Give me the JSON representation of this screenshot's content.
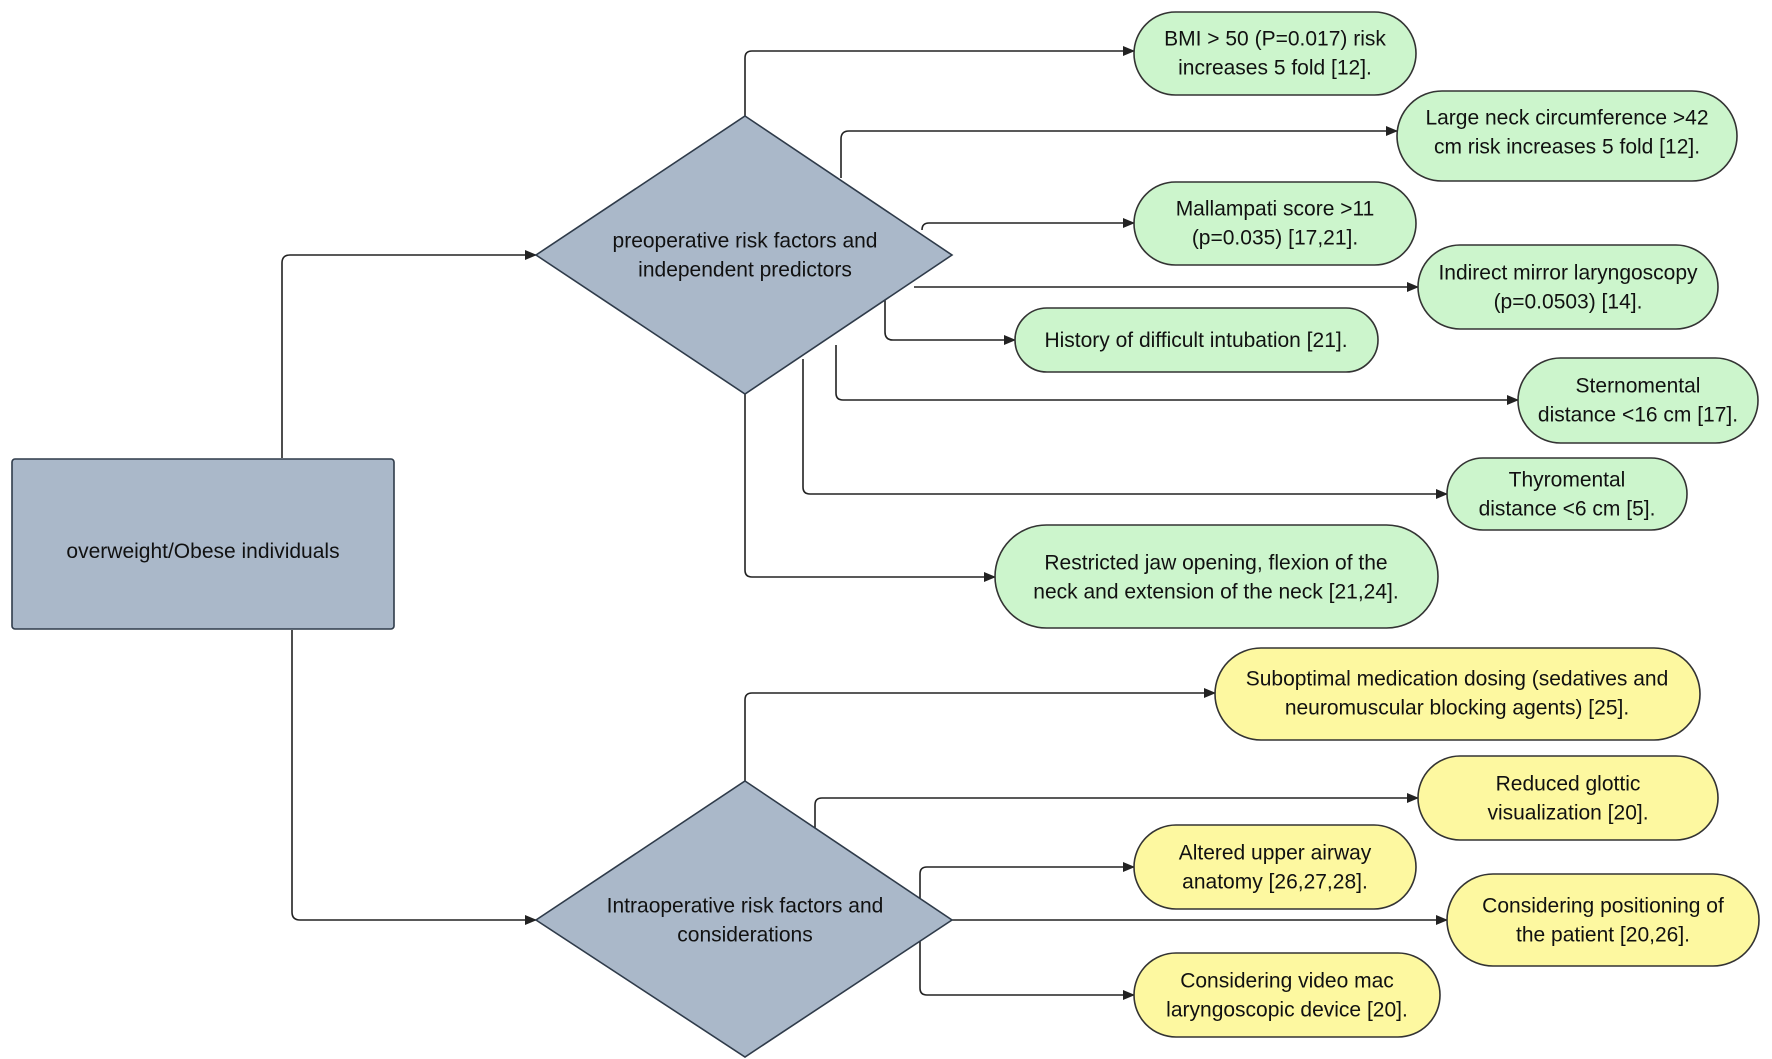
{
  "colors": {
    "root_fill": "#aab8c9",
    "decision_fill": "#aab8c9",
    "node_stroke": "#2f3b4a",
    "preop_fill": "#ccf5cc",
    "intraop_fill": "#fdf8a0",
    "oval_stroke": "#333333",
    "edge_color": "#222222"
  },
  "root": {
    "lines": [
      "overweight/Obese individuals"
    ]
  },
  "preop": {
    "lines": [
      "preoperative risk factors and",
      "independent predictors"
    ],
    "factors": [
      {
        "lines": [
          "BMI > 50 (P=0.017) risk",
          "increases 5 fold [12]."
        ]
      },
      {
        "lines": [
          "Large neck circumference >42",
          "cm risk increases 5 fold [12]."
        ]
      },
      {
        "lines": [
          "Mallampati score >11",
          "(p=0.035) [17,21]."
        ]
      },
      {
        "lines": [
          "Indirect mirror laryngoscopy",
          "(p=0.0503) [14]."
        ]
      },
      {
        "lines": [
          "History of difficult intubation [21]."
        ]
      },
      {
        "lines": [
          "Sternomental",
          "distance <16 cm [17]."
        ]
      },
      {
        "lines": [
          "Thyromental",
          "distance <6 cm [5]."
        ]
      },
      {
        "lines": [
          "Restricted jaw opening, flexion of the",
          "neck and extension of the neck [21,24]."
        ]
      }
    ]
  },
  "intraop": {
    "lines": [
      "Intraoperative risk factors and",
      "considerations"
    ],
    "factors": [
      {
        "lines": [
          "Suboptimal medication dosing (sedatives and",
          "neuromuscular blocking agents)  [25]."
        ]
      },
      {
        "lines": [
          "Reduced glottic",
          "visualization [20]."
        ]
      },
      {
        "lines": [
          "Altered upper airway",
          "anatomy [26,27,28]."
        ]
      },
      {
        "lines": [
          "Considering positioning of",
          "the patient  [20,26]."
        ]
      },
      {
        "lines": [
          "Considering video mac",
          "laryngoscopic device [20]."
        ]
      }
    ]
  }
}
